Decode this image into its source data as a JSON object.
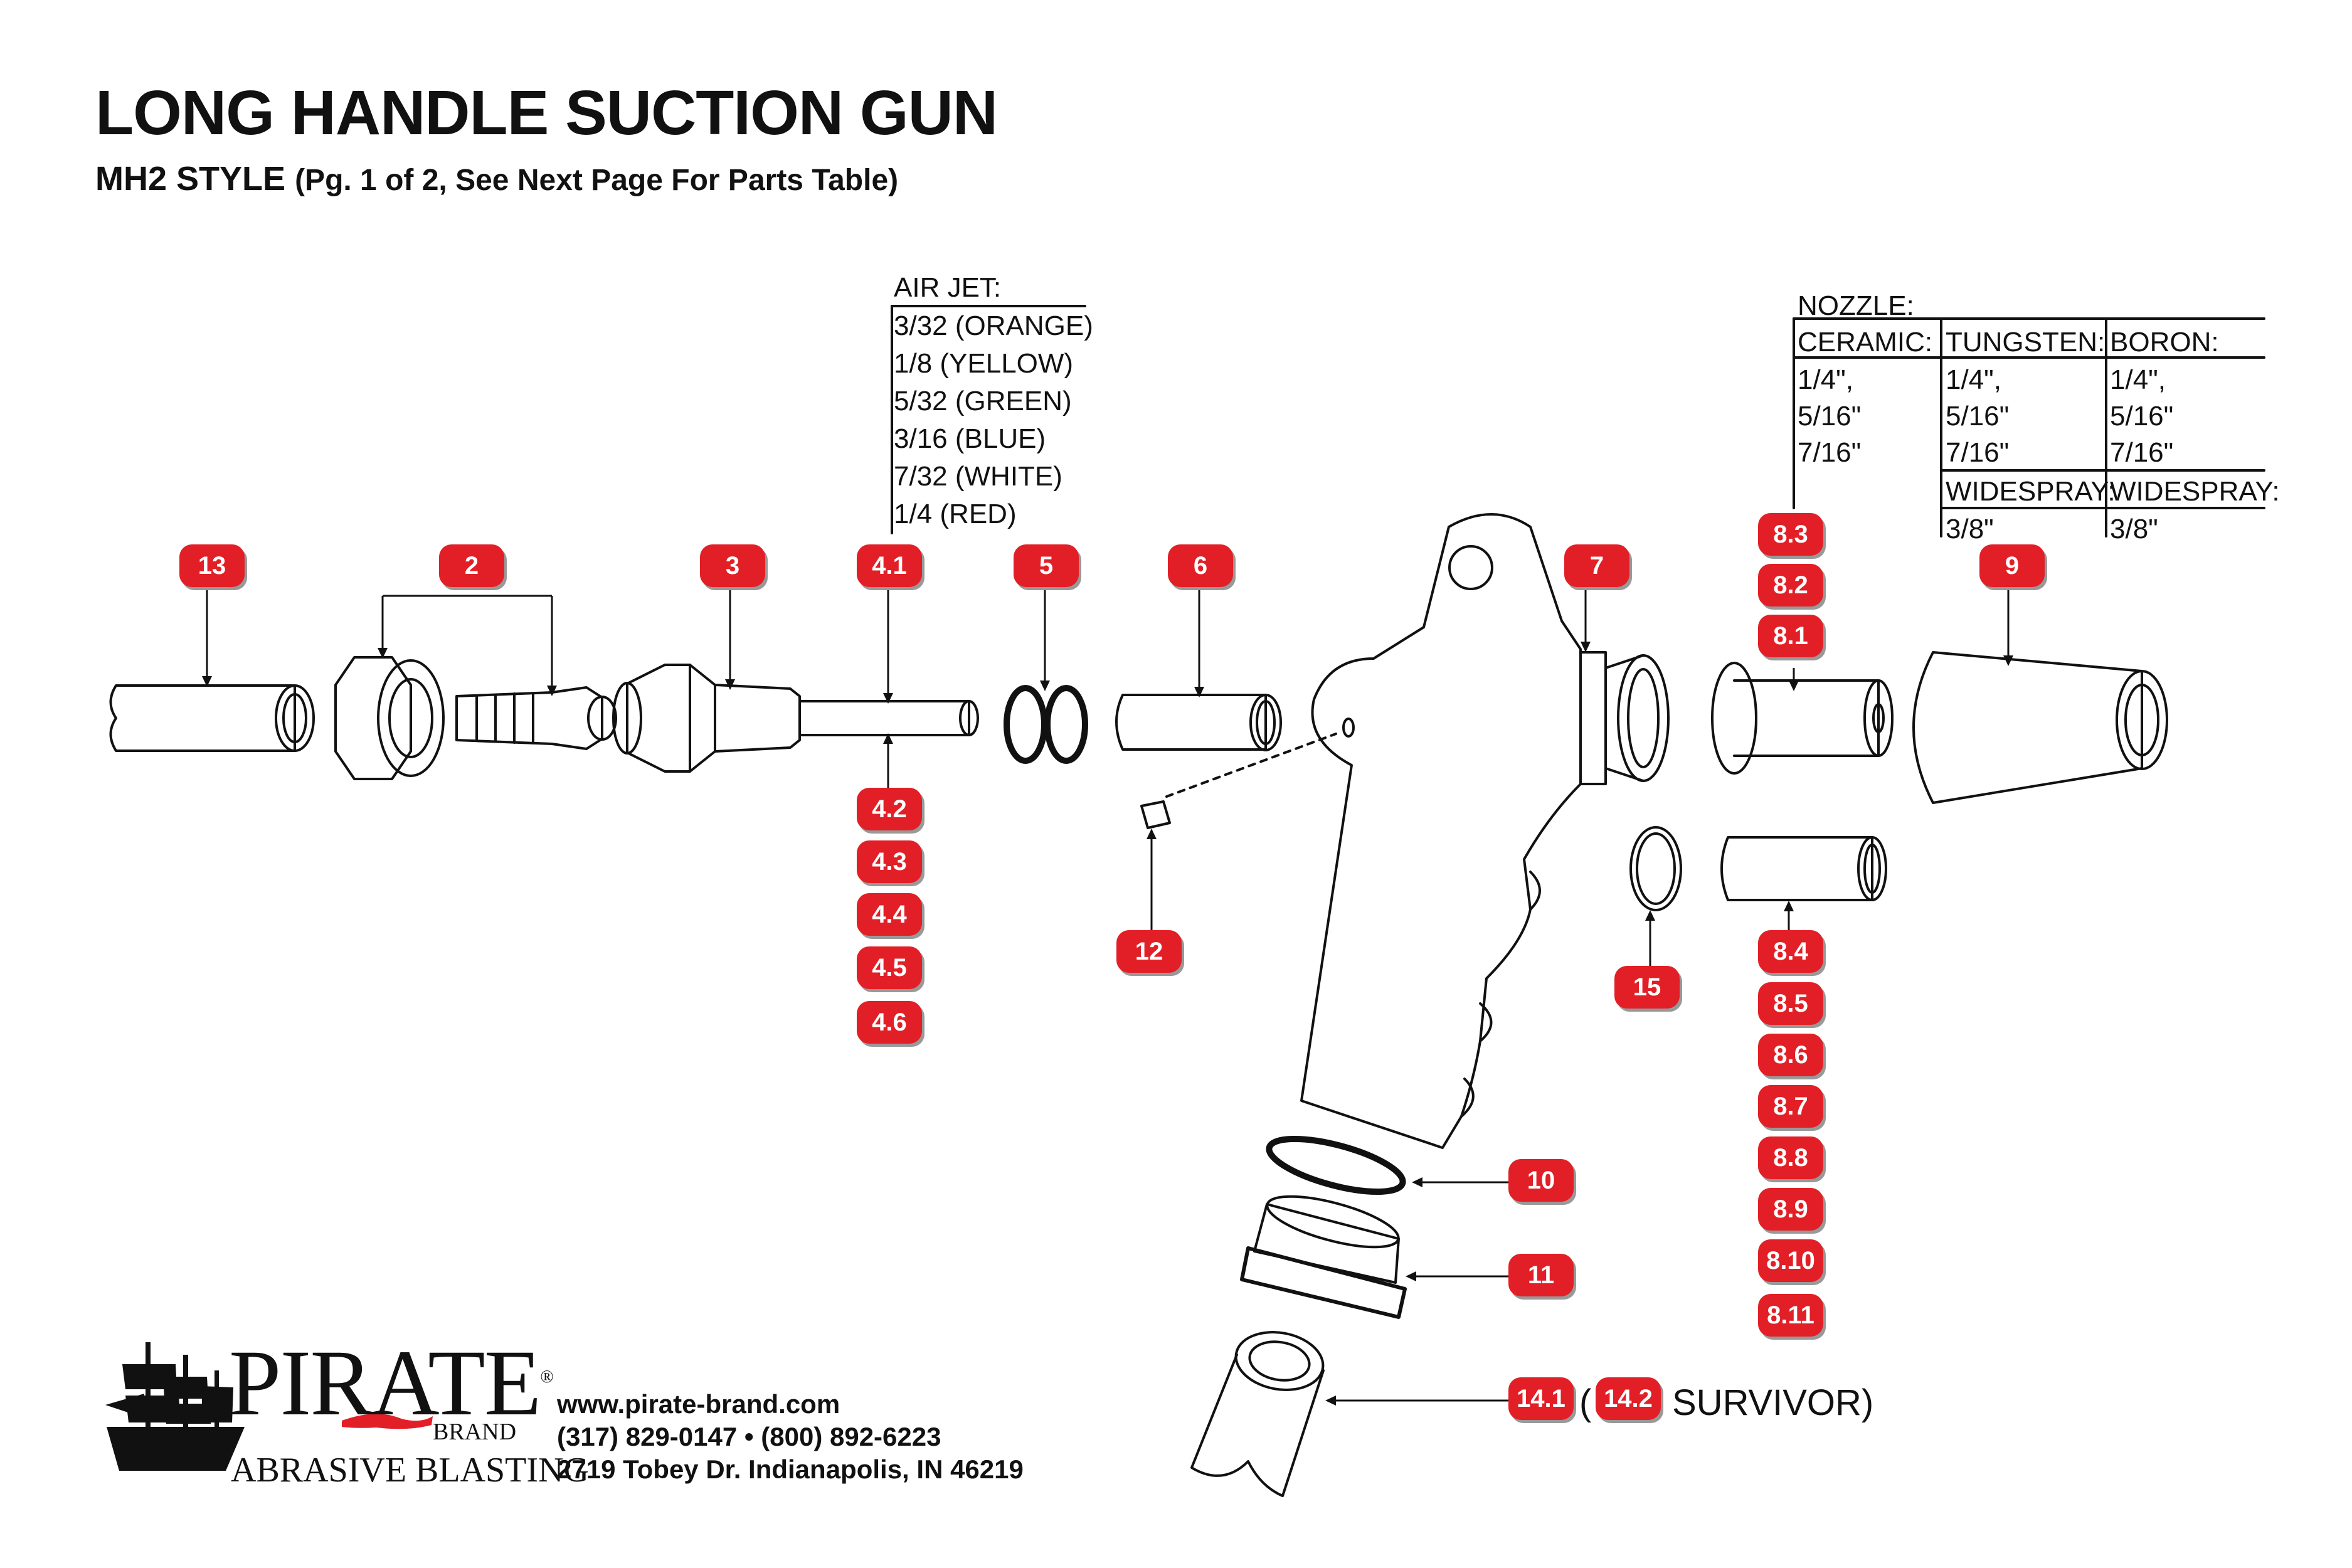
{
  "header": {
    "title": "LONG HANDLE SUCTION GUN",
    "subtitle": "MH2 STYLE",
    "subtitle_note": "(Pg. 1 of 2, See Next Page For Parts Table)"
  },
  "air_jet": {
    "heading": "AIR JET:",
    "sizes": [
      "3/32 (ORANGE)",
      "1/8 (YELLOW)",
      "5/32 (GREEN)",
      "3/16 (BLUE)",
      "7/32 (WHITE)",
      "1/4 (RED)"
    ]
  },
  "nozzle": {
    "heading": "NOZZLE:",
    "columns": [
      {
        "header": "CERAMIC:",
        "sizes": [
          "1/4\",",
          "5/16\"",
          "7/16\""
        ]
      },
      {
        "header": "TUNGSTEN:",
        "sizes": [
          "1/4\",",
          "5/16\"",
          "7/16\""
        ],
        "extra_header": "WIDESPRAY:",
        "extra_size": "3/8\""
      },
      {
        "header": "BORON:",
        "sizes": [
          "1/4\",",
          "5/16\"",
          "7/16\""
        ],
        "extra_header": "WIDESPRAY:",
        "extra_size": "3/8\""
      }
    ]
  },
  "part_labels": {
    "p13": "13",
    "p2": "2",
    "p3": "3",
    "p41": "4.1",
    "p5": "5",
    "p6": "6",
    "p7": "7",
    "p83": "8.3",
    "p82": "8.2",
    "p81": "8.1",
    "p9": "9",
    "p42": "4.2",
    "p43": "4.3",
    "p44": "4.4",
    "p45": "4.5",
    "p46": "4.6",
    "p12": "12",
    "p15": "15",
    "p84": "8.4",
    "p85": "8.5",
    "p86": "8.6",
    "p87": "8.7",
    "p88": "8.8",
    "p89": "8.9",
    "p810": "8.10",
    "p811": "8.11",
    "p10": "10",
    "p11": "11",
    "p141": "14.1",
    "p142": "14.2"
  },
  "survivor": {
    "open": "(",
    "label": "SURVIVOR)"
  },
  "footer": {
    "website": "www.pirate-brand.com",
    "phones": "(317) 829-0147 • (800) 892-6223",
    "address": "2719 Tobey Dr. Indianapolis, IN 46219"
  },
  "logo": {
    "name": "PIRATE",
    "registered": "®",
    "brand": "BRAND",
    "tagline": "ABRASIVE BLASTING"
  },
  "colors": {
    "badge": "#e21f26",
    "ink": "#111111"
  }
}
